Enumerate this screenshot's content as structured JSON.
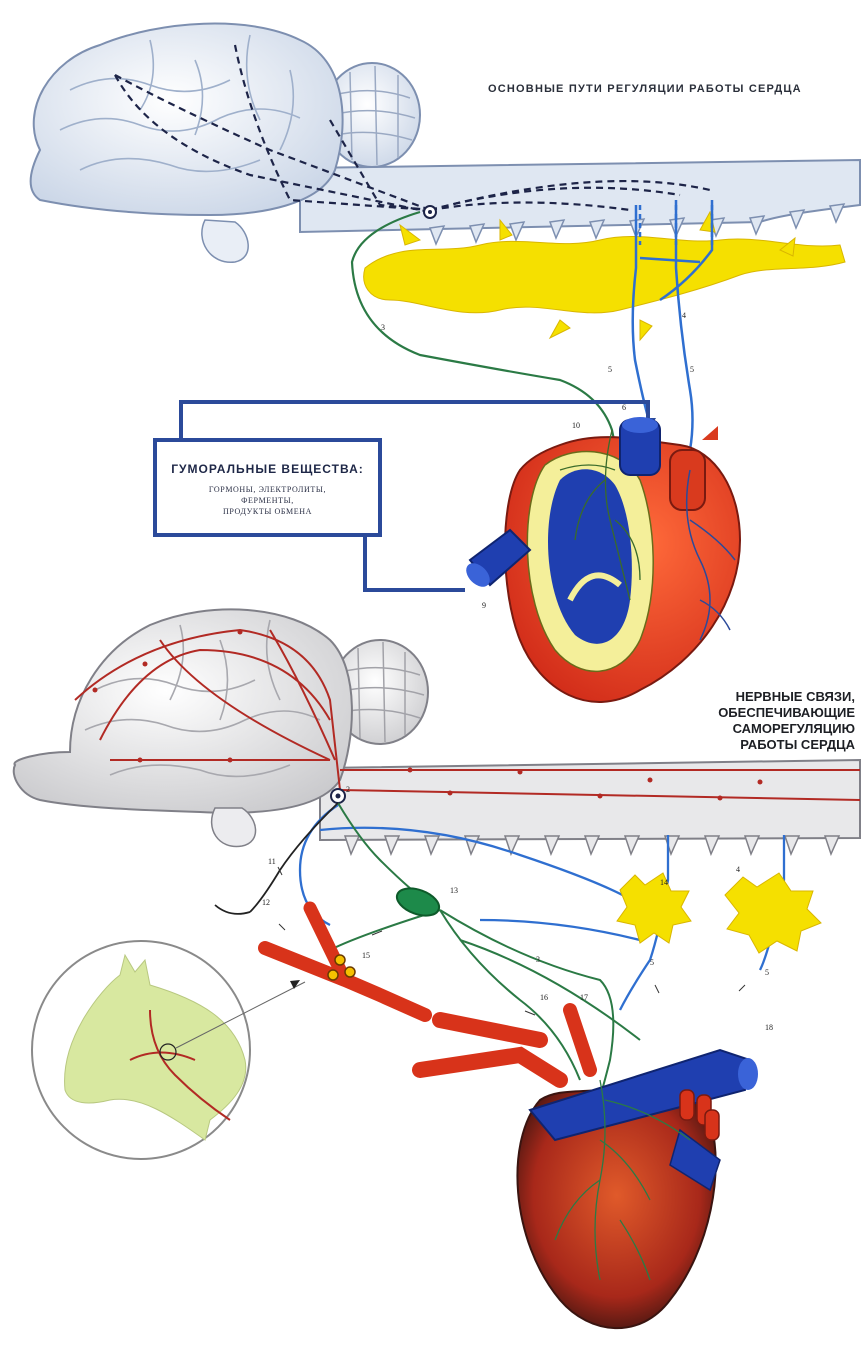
{
  "titles": {
    "top": "ОСНОВНЫЕ ПУТИ РЕГУЛЯЦИИ РАБОТЫ СЕРДЦА",
    "bottom": [
      "НЕРВНЫЕ СВЯЗИ,",
      "ОБЕСПЕЧИВАЮЩИЕ",
      "САМОРЕГУЛЯЦИЮ",
      "РАБОТЫ СЕРДЦА"
    ]
  },
  "humoral": {
    "title": "ГУМОРАЛЬНЫЕ ВЕЩЕСТВА:",
    "lines": [
      "ГОРМОНЫ, ЭЛЕКТРОЛИТЫ,",
      "ФЕРМЕНТЫ,",
      "ПРОДУКТЫ ОБМЕНА"
    ]
  },
  "labels": {
    "n1": "1",
    "n2": "2",
    "n3": "3",
    "n4": "4",
    "n5": "5",
    "n6": "6",
    "n9": "9",
    "n10": "10",
    "n11": "11",
    "n12": "12",
    "n13": "13",
    "n14": "14",
    "n15": "15",
    "n16": "16",
    "n17": "17",
    "n18": "18"
  },
  "colors": {
    "sympathetic": "#2f6fd0",
    "vagus": "#2b7a45",
    "sensory": "#b22a24",
    "central": "#1d2448",
    "humoral_frame": "#2b4a9a",
    "ganglion": "#f5e000",
    "heart_red": "#d93a1e",
    "heart_blue": "#1f3fb0"
  }
}
